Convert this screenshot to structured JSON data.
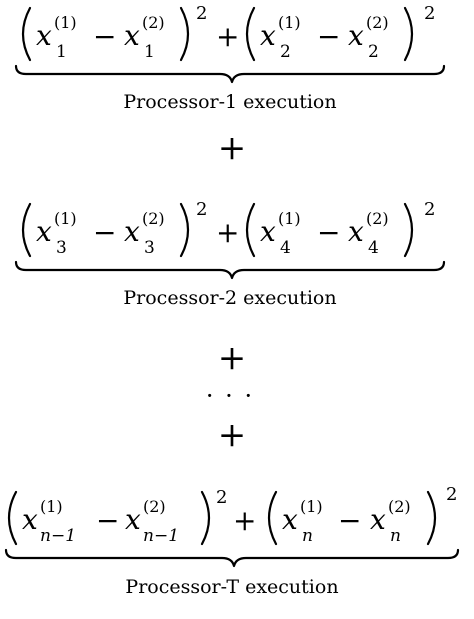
{
  "blocks": [
    {
      "terms": [
        {
          "a_sub": "1",
          "a_sup": "(1)",
          "b_sub": "1",
          "b_sup": "(2)"
        },
        {
          "a_sub": "2",
          "a_sup": "(1)",
          "b_sub": "2",
          "b_sup": "(2)"
        }
      ],
      "caption": "Processor-1 execution"
    },
    {
      "terms": [
        {
          "a_sub": "3",
          "a_sup": "(1)",
          "b_sub": "3",
          "b_sup": "(2)"
        },
        {
          "a_sub": "4",
          "a_sup": "(1)",
          "b_sub": "4",
          "b_sup": "(2)"
        }
      ],
      "caption": "Processor-2 execution"
    },
    {
      "terms": [
        {
          "a_sub": "n−1",
          "a_sup": "(1)",
          "b_sub": "n−1",
          "b_sup": "(2)"
        },
        {
          "a_sub": "n",
          "a_sup": "(1)",
          "b_sub": "n",
          "b_sup": "(2)"
        }
      ],
      "caption": "Processor-T execution"
    }
  ],
  "symbols": {
    "variable": "x",
    "minus": "−",
    "plus": "+",
    "square": "2",
    "ellipsis": "· · ·"
  }
}
